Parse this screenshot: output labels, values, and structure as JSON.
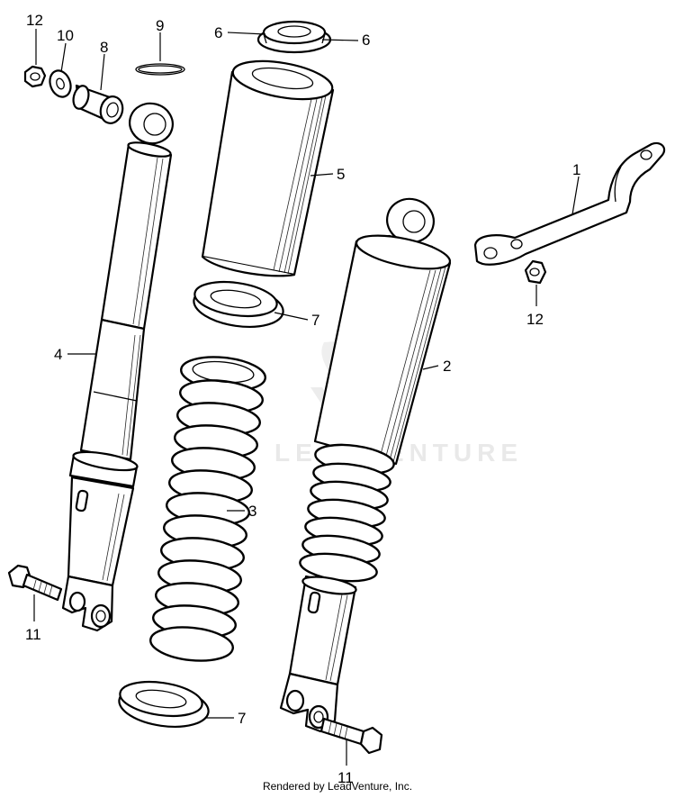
{
  "callouts": [
    {
      "id": "c1",
      "label": "1"
    },
    {
      "id": "c2",
      "label": "2"
    },
    {
      "id": "c3",
      "label": "3"
    },
    {
      "id": "c4",
      "label": "4"
    },
    {
      "id": "c5",
      "label": "5"
    },
    {
      "id": "c6a",
      "label": "6"
    },
    {
      "id": "c6b",
      "label": "6"
    },
    {
      "id": "c7a",
      "label": "7"
    },
    {
      "id": "c7b",
      "label": "7"
    },
    {
      "id": "c8",
      "label": "8"
    },
    {
      "id": "c9",
      "label": "9"
    },
    {
      "id": "c10",
      "label": "10"
    },
    {
      "id": "c11a",
      "label": "11"
    },
    {
      "id": "c11b",
      "label": "11"
    },
    {
      "id": "c12a",
      "label": "12"
    },
    {
      "id": "c12b",
      "label": "12"
    }
  ],
  "watermark": "LEADVENTURE",
  "footer": "Rendered by LeadVenture, Inc."
}
